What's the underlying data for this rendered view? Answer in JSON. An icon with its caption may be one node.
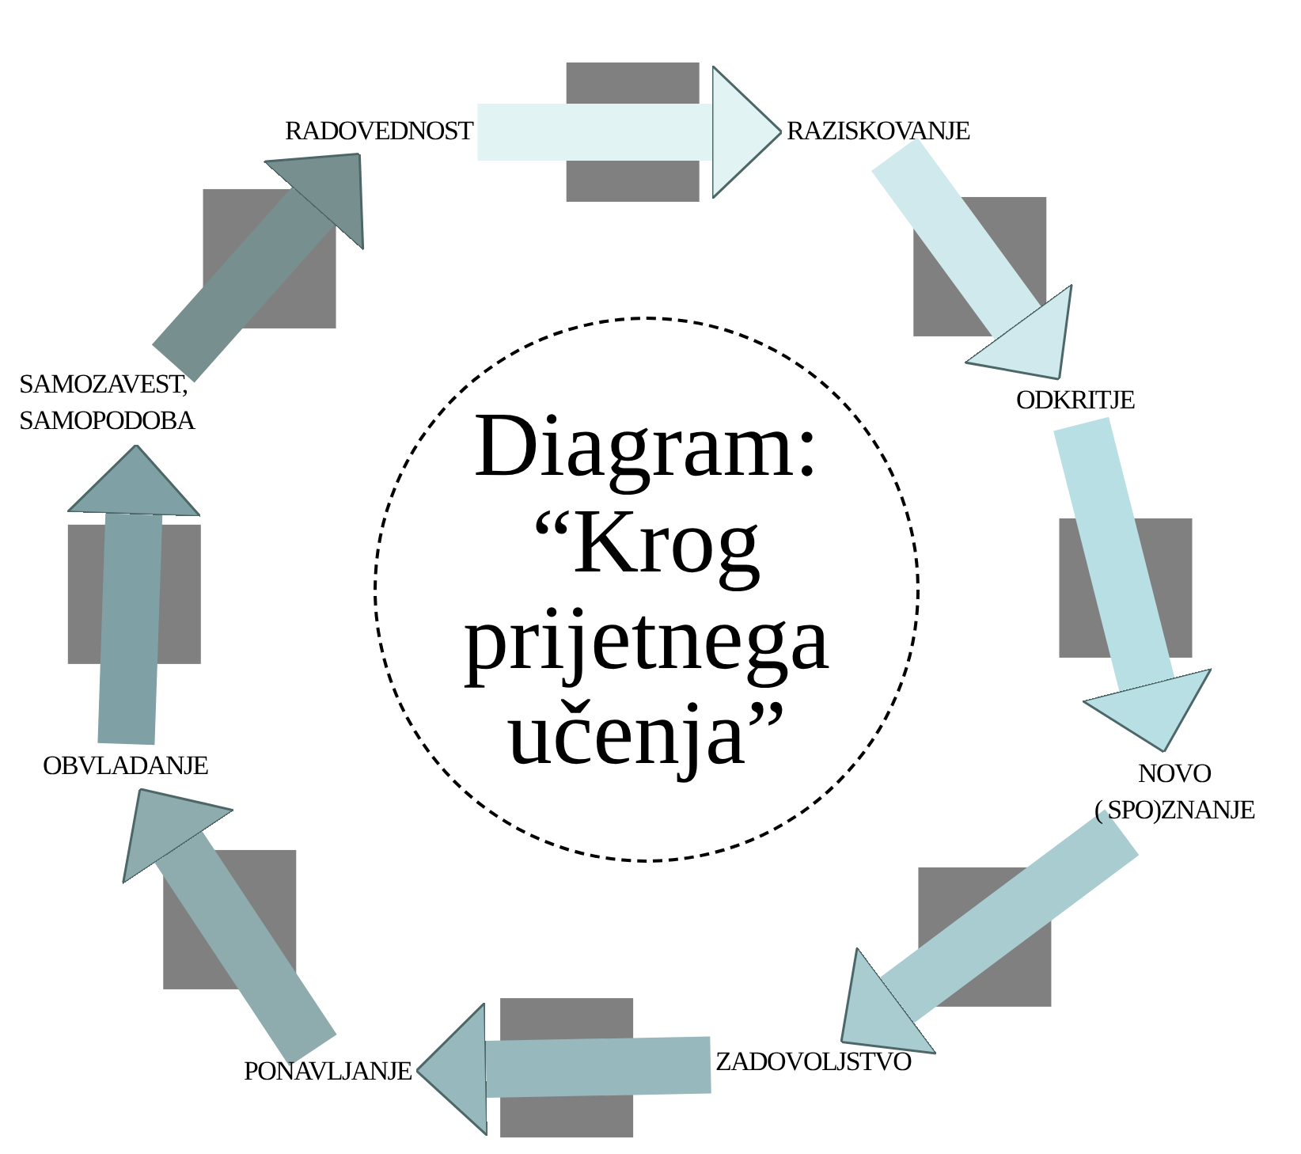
{
  "diagram": {
    "nodes": [
      {
        "text": [
          "Diagram: “Krog prijetnega učenja”"
        ]
      },
      {
        "text": [
          "RADOVEDNOST"
        ]
      },
      {
        "text": [
          "RAZISKOVANJE"
        ]
      },
      {
        "text": [
          "ODKRITJE"
        ]
      },
      {
        "text": [
          "NOVO ( SPO)ZNANJE"
        ]
      },
      {
        "text": [
          "ZADOVOLJSTVO"
        ]
      },
      {
        "text": [
          "PONAVLJANJE"
        ]
      },
      {
        "text": [
          "OBVLADANJE"
        ]
      },
      {
        "text": [
          "SAMOZAVEST, SAMOPODOBA"
        ]
      }
    ],
    "edges": [
      {
        "from": 1,
        "to": 2,
        "arrow": "to",
        "color": "#e2f3f4"
      },
      {
        "from": 2,
        "to": 3,
        "arrow": "to",
        "color": "#d0e9ec"
      },
      {
        "from": 3,
        "to": 4,
        "arrow": "to",
        "color": "#b8dfe4"
      },
      {
        "from": 4,
        "to": 5,
        "arrow": "to",
        "color": "#a8ccd0"
      },
      {
        "from": 5,
        "to": 6,
        "arrow": "to",
        "color": "#97b8bc"
      },
      {
        "from": 6,
        "to": 7,
        "arrow": "to",
        "color": "#8eabad"
      },
      {
        "from": 7,
        "to": 8,
        "arrow": "to",
        "color": "#7fa0a4"
      },
      {
        "from": 8,
        "to": 1,
        "arrow": "to",
        "color": "#788f90"
      }
    ]
  }
}
